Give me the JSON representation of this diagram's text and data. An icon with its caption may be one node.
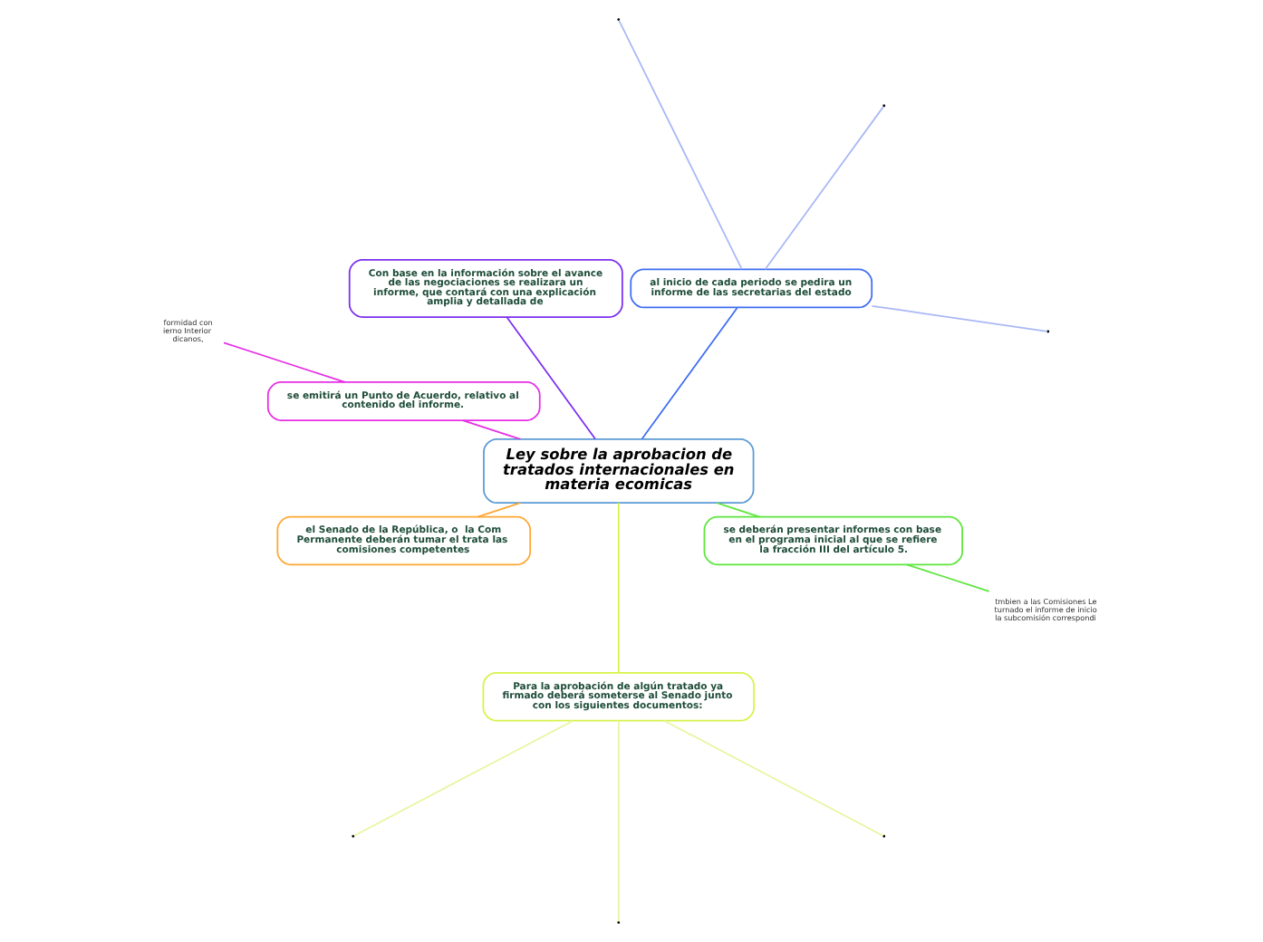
{
  "diagram": {
    "nodes": [
      {
        "text": [
          "Ley sobre la aprobacion de tratados internacionales en materia ecomicas"
        ]
      },
      {
        "text": [
          "al inicio de cada periodo se pedira un informe de las secretarias del estado"
        ]
      },
      {
        "text": [
          "Con base en la información sobre el avance de las negociaciones se realizara un informe, que contará con una explicación amplia y detallada de"
        ]
      },
      {
        "text": [
          "se emitirá un Punto de Acuerdo, relativo al contenido del informe."
        ]
      },
      {
        "text": [
          "el Senado de la República, o  la Com Permanente deberán tumar el trata las comisiones competentes"
        ]
      },
      {
        "text": [
          "Para la aprobación de algún tratado ya firmado deberá someterse al Senado junto con los siguientes documentos:"
        ]
      },
      {
        "text": [
          "se deberán presentar informes con base en el programa inicial al que se refiere la fracción III del artículo 5."
        ]
      },
      {
        "text": [
          "formidad con ierno Interior dicanos,"
        ]
      },
      {
        "text": [
          "tmbien a las Comisiones Le turnado el informe de inicio la subcomisión correspondi"
        ]
      }
    ],
    "edges": [
      {
        "from": 0,
        "to": 1,
        "arrow": "none",
        "color": "#3d6df2"
      },
      {
        "from": 0,
        "to": 2,
        "arrow": "none",
        "color": "#7b2ff0"
      },
      {
        "from": 0,
        "to": 3,
        "arrow": "none",
        "color": "#e62ee6"
      },
      {
        "from": 0,
        "to": 4,
        "arrow": "none",
        "color": "#ffa733"
      },
      {
        "from": 0,
        "to": 5,
        "arrow": "none",
        "color": "#d8f24a"
      },
      {
        "from": 0,
        "to": 6,
        "arrow": "none",
        "color": "#5ce63c"
      },
      {
        "from": 1,
        "to": null,
        "arrow": "none",
        "color": "#a9b8f5"
      },
      {
        "from": 1,
        "to": null,
        "arrow": "none",
        "color": "#a9b8f5"
      },
      {
        "from": 1,
        "to": null,
        "arrow": "none",
        "color": "#a9b8f5"
      },
      {
        "from": 3,
        "to": 7,
        "arrow": "none",
        "color": "#e62ee6"
      },
      {
        "from": 5,
        "to": null,
        "arrow": "none",
        "color": "#e8f5a0"
      },
      {
        "from": 5,
        "to": null,
        "arrow": "none",
        "color": "#e8f5a0"
      },
      {
        "from": 5,
        "to": null,
        "arrow": "none",
        "color": "#e8f5a0"
      },
      {
        "from": 6,
        "to": 8,
        "arrow": "none",
        "color": "#5ce63c"
      }
    ]
  }
}
